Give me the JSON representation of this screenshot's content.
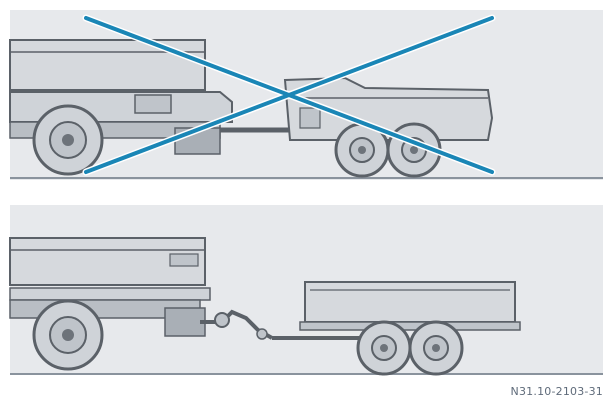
{
  "figure": {
    "reference_code": "N31.10-2103-31",
    "panels": [
      {
        "id": "incorrect",
        "status": "wrong",
        "marker": "cross"
      },
      {
        "id": "correct",
        "status": "right",
        "marker": "none"
      }
    ]
  },
  "colors": {
    "background": "#ffffff",
    "panel_fill": "#e7e9ec",
    "ground_line": "#8a939d",
    "vehicle_body": "#d6d9dd",
    "vehicle_outline": "#5b6168",
    "wheel_dark": "#6d737a",
    "cross_mark": "#1a86b6"
  },
  "icons": {
    "incorrect_marker": "cross-icon",
    "vehicles": [
      "truck-icon",
      "trailer-icon"
    ]
  }
}
